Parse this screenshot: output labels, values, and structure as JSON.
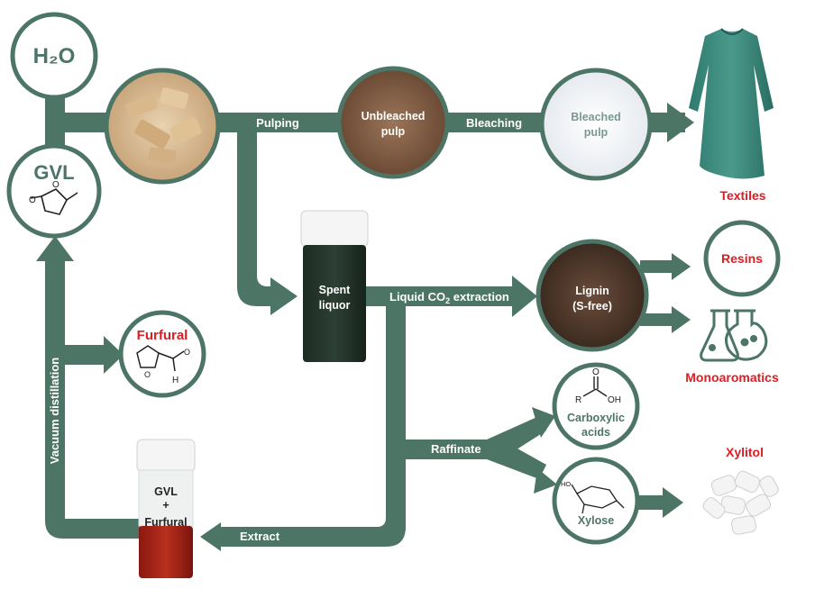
{
  "nodes": {
    "water": "H₂O",
    "gvl": "GVL",
    "unbleached_pulp": [
      "Unbleached",
      "pulp"
    ],
    "bleached_pulp": [
      "Bleached",
      "pulp"
    ],
    "spent_liquor": [
      "Spent",
      "liquor"
    ],
    "lignin": [
      "Lignin",
      "(S-free)"
    ],
    "furfural": "Furfural",
    "furfural_h": "H",
    "carboxylic_acids": [
      "Carboxylic",
      "acids"
    ],
    "carboxylic_r": "R",
    "carboxylic_o": "O",
    "carboxylic_oh": "OH",
    "xylose": "Xylose",
    "xylose_oh": "HO",
    "gvl_furfural_vial": [
      "GVL",
      "+",
      "Furfural"
    ]
  },
  "products": {
    "textiles": "Textiles",
    "resins": "Resins",
    "monoaromatics": "Monoaromatics",
    "xylitol": "Xylitol"
  },
  "flows": {
    "pulping": "Pulping",
    "bleaching": "Bleaching",
    "liquid_co2": "Liquid CO",
    "liquid_co2_sub": "2",
    "liquid_co2_tail": " extraction",
    "raffinate": "Raffinate",
    "extract": "Extract",
    "vacuum_distillation": "Vacuum distillation"
  },
  "colors": {
    "flow_green": "#4c7566",
    "product_red": "#e11b22"
  }
}
